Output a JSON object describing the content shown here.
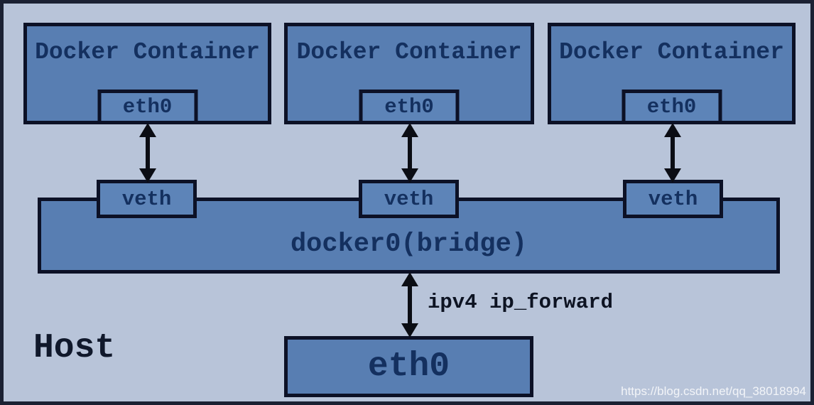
{
  "containers": [
    {
      "label": "Docker Container",
      "interface": "eth0"
    },
    {
      "label": "Docker Container",
      "interface": "eth0"
    },
    {
      "label": "Docker Container",
      "interface": "eth0"
    }
  ],
  "veths": [
    {
      "label": "veth"
    },
    {
      "label": "veth"
    },
    {
      "label": "veth"
    }
  ],
  "bridge": {
    "label": "docker0(bridge)"
  },
  "forward": {
    "label": "ipv4 ip_forward"
  },
  "host": {
    "label": "Host",
    "interface": "eth0"
  },
  "watermark": {
    "text": "https://blog.csdn.net/qq_38018994"
  },
  "colors": {
    "background": "#b8c4d9",
    "box_fill": "#587eb2",
    "box_border": "#0c1126",
    "box_text": "#14305f",
    "dark_text": "#0d1322",
    "frame_border": "#1b2133",
    "watermark_text": "#ffffff"
  }
}
